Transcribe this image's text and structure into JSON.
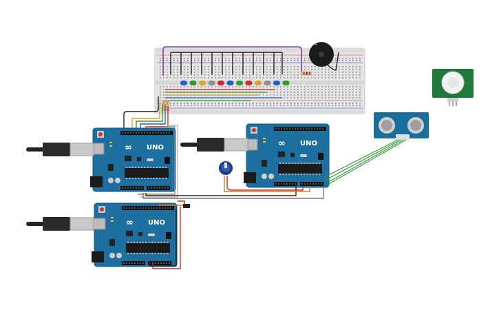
{
  "palette": {
    "board": "#1d6f9f",
    "board_edge": "#0f5a85",
    "breadboard": "#e6e6e6",
    "led_colors": [
      "#1e62c7",
      "#2d9b2d",
      "#d9a620",
      "#8d8d8d",
      "#d22b2b",
      "#1e62c7",
      "#2d9b2d",
      "#d22b2b",
      "#d9a620",
      "#8d8d8d",
      "#1e62c7",
      "#2d9b2d"
    ]
  },
  "boards": [
    {
      "id": "arduino-uno-1",
      "model": "UNO",
      "brand": "∞"
    },
    {
      "id": "arduino-uno-2",
      "model": "UNO",
      "brand": "∞"
    },
    {
      "id": "arduino-uno-3",
      "model": "UNO",
      "brand": "∞"
    }
  ],
  "ultrasonic": {
    "id": "ultrasonic-sensor"
  },
  "pir": {
    "id": "pir-sensor"
  },
  "potentiometer": {
    "id": "potentiometer"
  },
  "buzzer": {
    "id": "piezo-buzzer"
  }
}
